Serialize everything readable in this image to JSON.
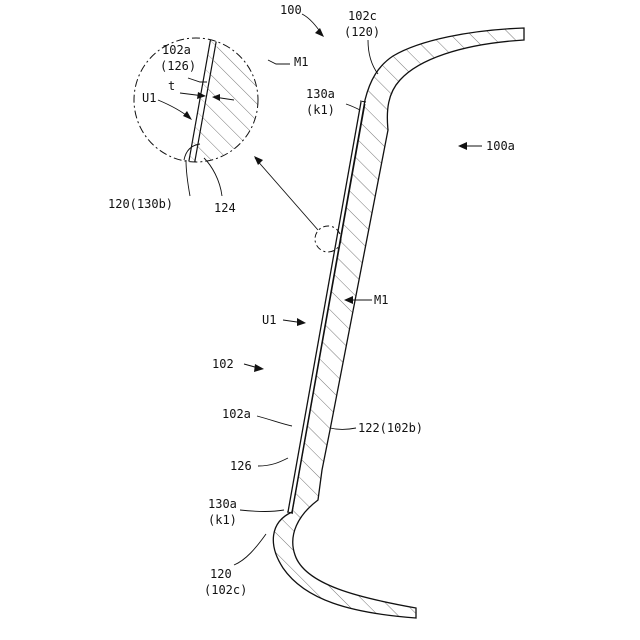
{
  "labels": {
    "ref_100": "100",
    "ref_102c_top": "102c",
    "ref_120_top": "(120)",
    "ref_130a_top": "130a",
    "ref_k1_top": "(k1)",
    "ref_100a": "100a",
    "ref_m1_main": "M1",
    "ref_u1_main": "U1",
    "ref_102": "102",
    "ref_102a_main": "102a",
    "ref_122": "122(102b)",
    "ref_126_main": "126",
    "ref_130a_bottom": "130a",
    "ref_k1_bottom": "(k1)",
    "ref_120_bottom": "120",
    "ref_102c_bottom": "(102c)",
    "detail_102a": "102a",
    "detail_126": "(126)",
    "detail_m1": "M1",
    "detail_t": "t",
    "detail_u1": "U1",
    "detail_120": "120(130b)",
    "detail_124": "124"
  },
  "colors": {
    "line": "#111111",
    "hatch": "#555555",
    "background": "#ffffff"
  }
}
